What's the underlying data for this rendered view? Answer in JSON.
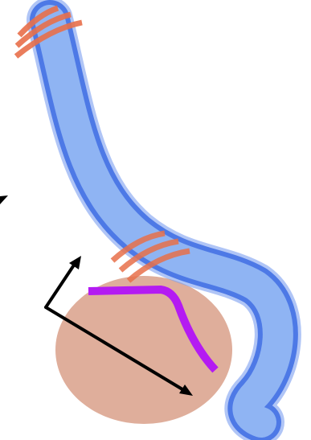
{
  "colors": {
    "background": "#ffffff",
    "tube_fill": "#8fb4f3",
    "tube_outline": "#4d79e6",
    "tube_outline_outer": "#7c9ef0",
    "ellipse_fill": "#dfae9b",
    "wave_arcs": "#e8704b",
    "curve": "#b41bf2",
    "arrows": "#000000"
  },
  "icons": {
    "tube": "bent-tube-shape",
    "ellipse": "rounded-blob",
    "waves_top": "signal-arcs-icon",
    "waves_middle": "signal-arcs-icon",
    "curve": "magenta-curve",
    "arrow_vertical": "arrow-up-icon",
    "arrow_diagonal": "arrow-down-right-icon",
    "arrow_left_edge": "arrow-left-icon"
  }
}
